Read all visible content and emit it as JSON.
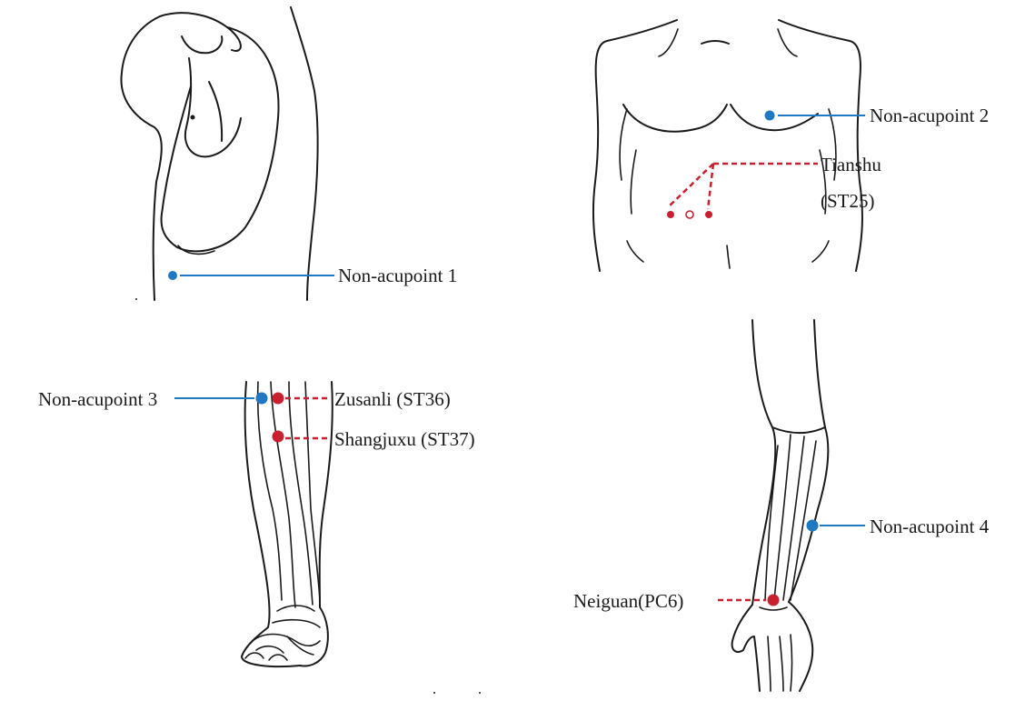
{
  "labels": {
    "non_acupoint_1": "Non-acupoint 1",
    "non_acupoint_2": "Non-acupoint 2",
    "non_acupoint_3": "Non-acupoint 3",
    "non_acupoint_4": "Non-acupoint 4",
    "tianshu_name": "Tianshu",
    "tianshu_code": "(ST25)",
    "zusanli": "Zusanli (ST36)",
    "shangjuxu": "Shangjuxu (ST37)",
    "neiguan": "Neiguan(PC6)"
  },
  "colors": {
    "non_acupoint": "#1f78c1",
    "acupoint": "#c8202e",
    "outline": "#1a1a1a"
  }
}
